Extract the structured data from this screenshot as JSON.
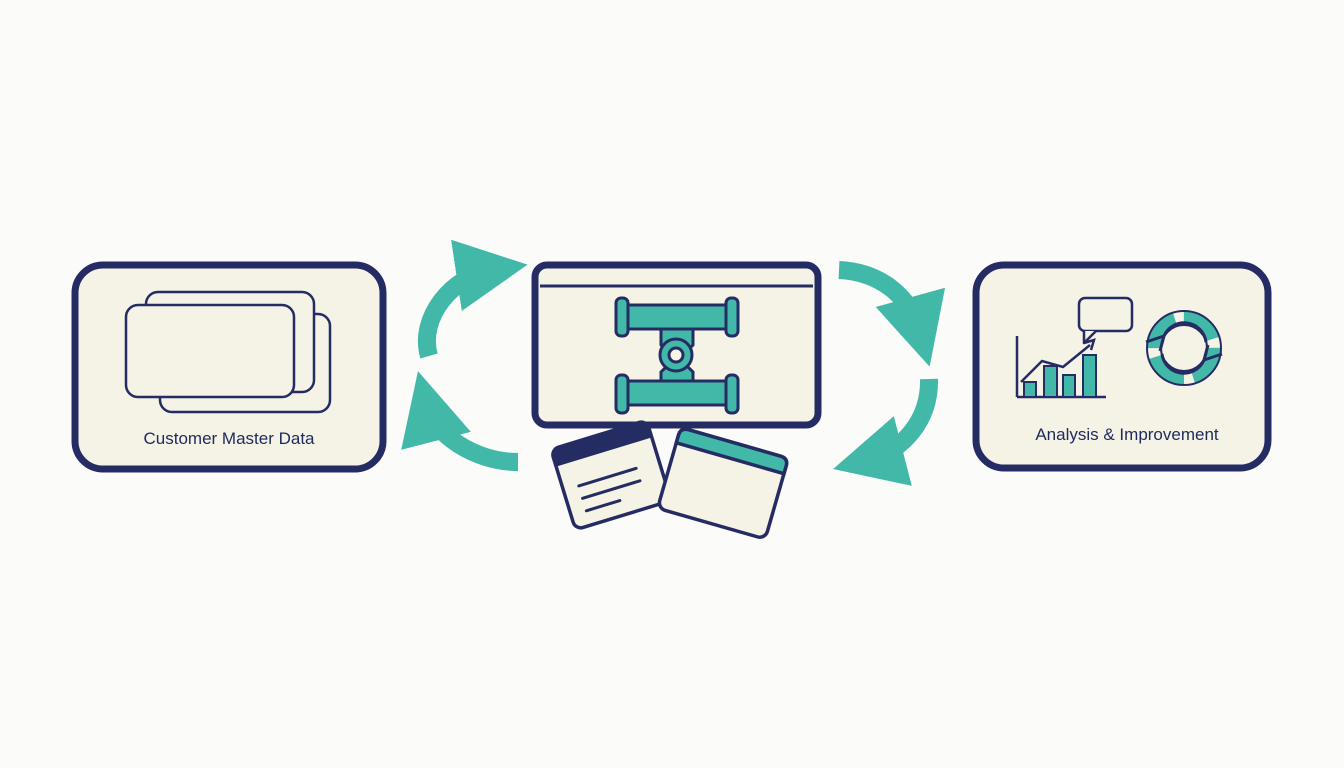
{
  "diagram": {
    "colors": {
      "navy": "#252c64",
      "teal": "#42b9a8",
      "cream": "#f5f2e6",
      "background": "#fbfbfa"
    },
    "nodes": [
      {
        "id": "customer-master-data",
        "label": "Customer Master Data",
        "icon": "stacked-cards-icon"
      },
      {
        "id": "integration-hub",
        "label": "",
        "icon": "pipe-junction-icon"
      },
      {
        "id": "analysis-improvement",
        "label": "Analysis & Improvement",
        "icon": "chart-and-cycle-icon"
      }
    ],
    "connectors": [
      {
        "from": "customer-master-data",
        "to": "integration-hub",
        "style": "curved-arrow"
      },
      {
        "from": "integration-hub",
        "to": "customer-master-data",
        "style": "curved-arrow"
      },
      {
        "from": "integration-hub",
        "to": "analysis-improvement",
        "style": "curved-arrow"
      },
      {
        "from": "analysis-improvement",
        "to": "integration-hub",
        "style": "curved-arrow"
      }
    ]
  }
}
